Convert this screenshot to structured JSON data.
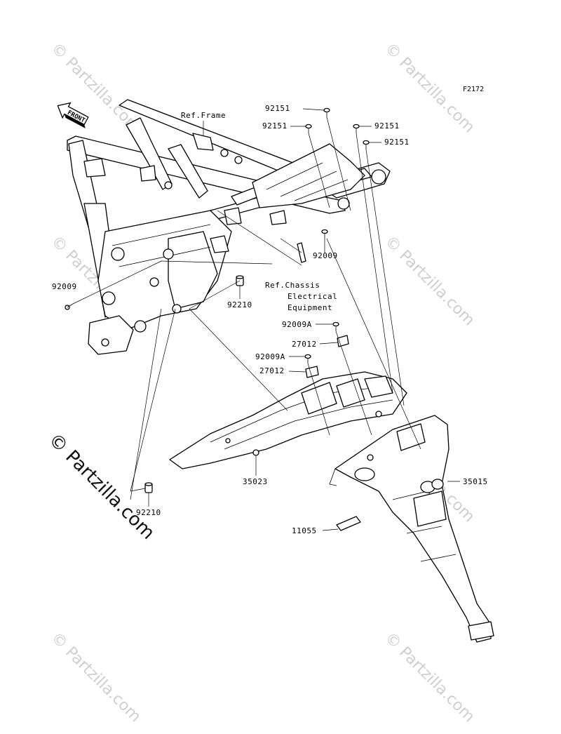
{
  "diagram": {
    "code": "F2172",
    "front_label": "FRONT",
    "watermark": "© Partzilla.com",
    "labels": {
      "ref_frame": "Ref.Frame",
      "ref_chassis_1": "Ref.Chassis",
      "ref_chassis_2": "Electrical",
      "ref_chassis_3": "Equipment",
      "p92151_a": "92151",
      "p92151_b": "92151",
      "p92151_c": "92151",
      "p92151_d": "92151",
      "p92009_left": "92009",
      "p92009_right": "92009",
      "p92210_top": "92210",
      "p92210_bottom": "92210",
      "p92009A_top": "92009A",
      "p92009A_mid": "92009A",
      "p27012_top": "27012",
      "p27012_mid": "27012",
      "p35023": "35023",
      "p35015": "35015",
      "p11055": "11055"
    }
  }
}
